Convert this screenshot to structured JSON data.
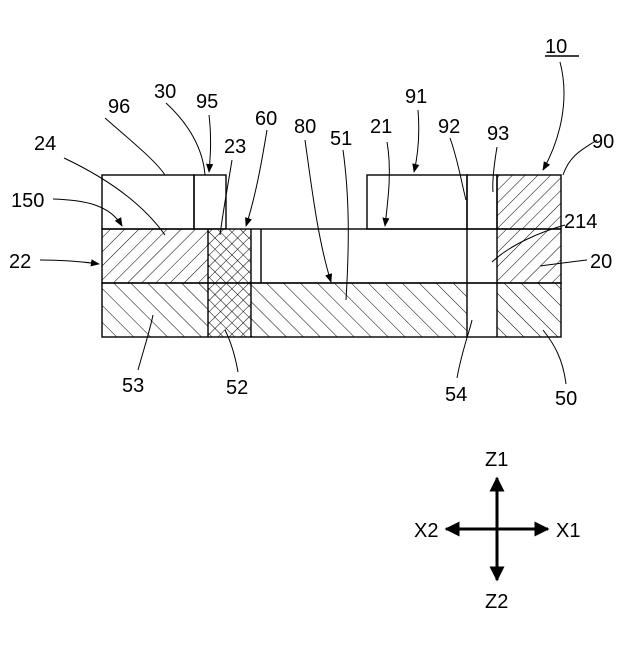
{
  "figure": {
    "ref": "10",
    "labels": {
      "n10": "10",
      "n20": "20",
      "n21": "21",
      "n22": "22",
      "n23": "23",
      "n24": "24",
      "n30": "30",
      "n50": "50",
      "n51": "51",
      "n52": "52",
      "n53": "53",
      "n54": "54",
      "n60": "60",
      "n80": "80",
      "n90": "90",
      "n91": "91",
      "n92": "92",
      "n93": "93",
      "n95": "95",
      "n96": "96",
      "n150": "150",
      "n214": "214"
    },
    "axes": {
      "z1": "Z1",
      "z2": "Z2",
      "x1": "X1",
      "x2": "X2"
    }
  }
}
